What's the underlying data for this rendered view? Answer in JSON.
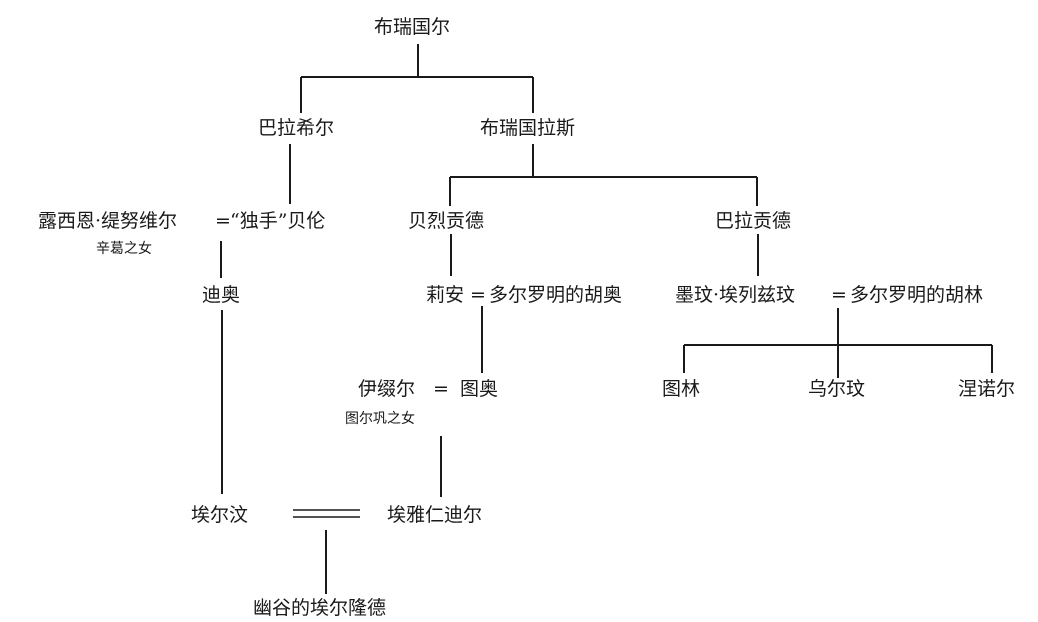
{
  "people": {
    "bruinor": "布瑞国尔",
    "baraxil": "巴拉希尔",
    "bruinoras": "布瑞国拉斯",
    "lusien_tinuvil": "露西恩·缇努维尔",
    "beren": "“独手”贝伦",
    "belegund": "贝烈贡德",
    "baragund": "巴拉贡德",
    "dior": "迪奥",
    "rian": "莉安",
    "huor": "多尔罗明的胡奥",
    "morwen": "墨玟·埃列兹玟",
    "hurin": "多尔罗明的胡林",
    "idril": "伊缀尔",
    "tuor": "图奥",
    "turin": "图林",
    "urwen": "乌尔玟",
    "nienor": "涅诺尔",
    "elwing": "埃尔汶",
    "earendil": "埃雅仁迪尔",
    "elrond": "幽谷的埃尔隆德"
  },
  "notes": {
    "lusien_parent": "辛葛之女",
    "idril_parent": "图尔巩之女"
  },
  "marriage_symbol": "="
}
